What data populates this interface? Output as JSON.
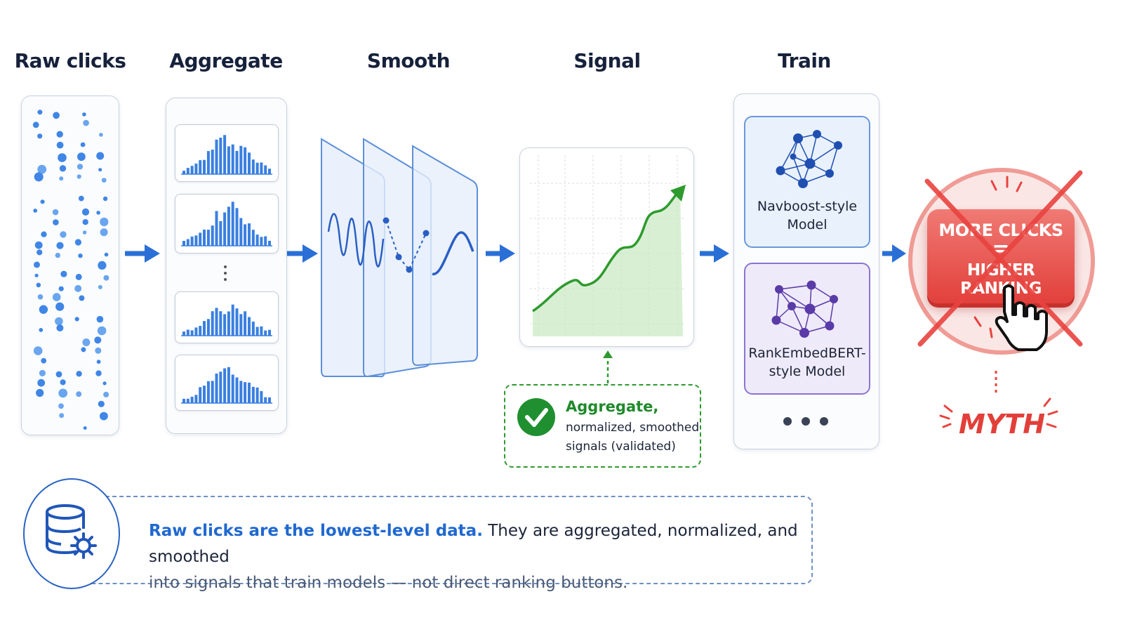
{
  "stages": {
    "raw": "Raw clicks",
    "aggregate": "Aggregate",
    "smooth": "Smooth",
    "signal": "Signal",
    "train": "Train"
  },
  "models": {
    "navboost": "Navboost-style\nModel",
    "rankembed": "RankEmbedBERT-\nstyle Model"
  },
  "note": {
    "title": "Aggregate,",
    "line1": "normalized, smoothed",
    "line2": "signals (validated)"
  },
  "myth": {
    "line1": "MORE CLICKS",
    "equals": "=",
    "line2": "HIGHER RANKING",
    "label": "MYTH"
  },
  "callout": {
    "bold": "Raw clicks are  the lowest-level data.",
    "rest1": " They are aggregated, normalized, and smoothed",
    "rest2": "into signals that train models — not direct ranking buttons."
  },
  "colors": {
    "accent_blue": "#2a6fd6",
    "signal_green": "#2e9a2e",
    "myth_red": "#e8433f"
  }
}
